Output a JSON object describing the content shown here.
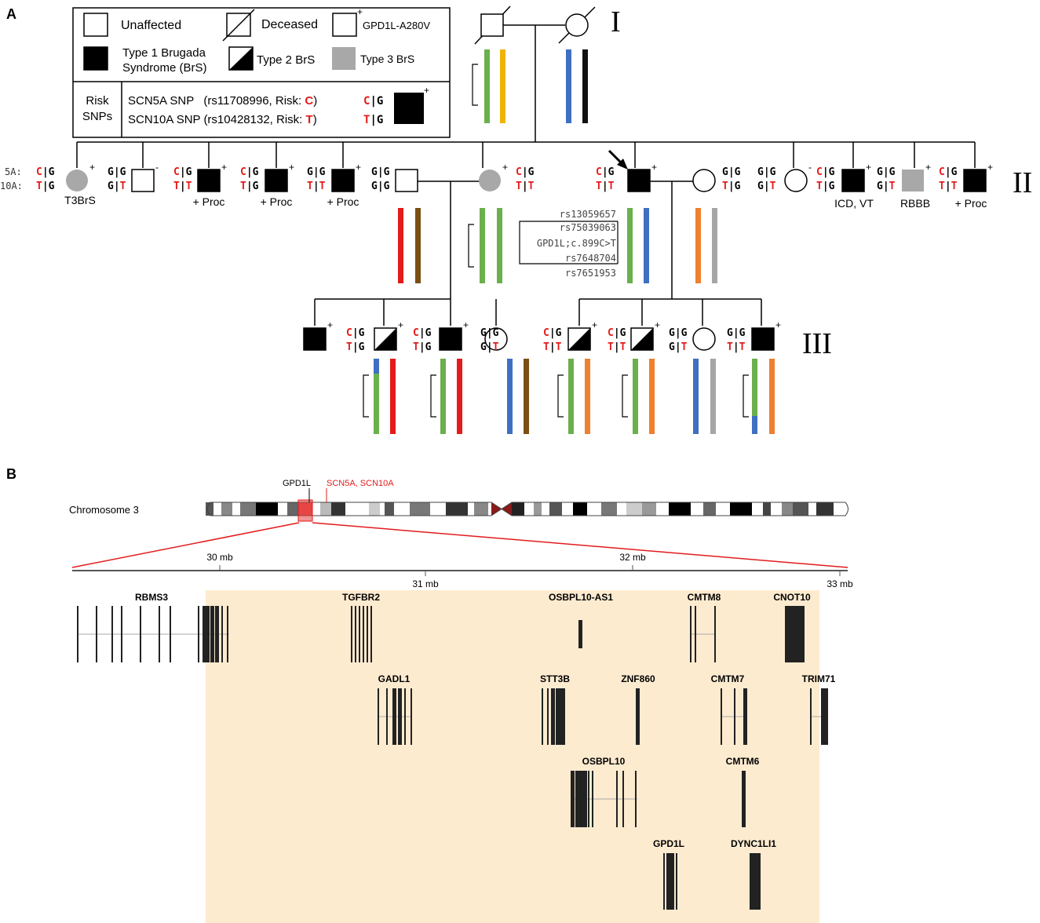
{
  "panel_a": {
    "label": "A",
    "generations": [
      "I",
      "II",
      "III"
    ],
    "legend": {
      "unaffected": "Unaffected",
      "deceased": "Deceased",
      "gpd1l": "GPD1L-A280V",
      "type1_line1": "Type 1 Brugada",
      "type1_line2": "Syndrome (BrS)",
      "type2": "Type 2 BrS",
      "type3": "Type 3 BrS",
      "risk_label_1": "Risk",
      "risk_label_2": "SNPs",
      "snp1_text": "SCN5A SNP   (rs11708996, Risk: ",
      "snp1_allele": "C",
      "snp1_close": ")",
      "snp2_text": "SCN10A SNP (rs10428132, Risk: ",
      "snp2_allele": "T",
      "snp2_close": ")",
      "key_top": [
        "C",
        "|",
        "G"
      ],
      "key_bottom": [
        "T",
        "|",
        "G"
      ],
      "plus": "+"
    },
    "row_labels": {
      "scn5a": "5A:",
      "scn10a": "10A:"
    },
    "gen2_labels": [
      "T3BrS",
      "+ Proc",
      "+ Proc",
      "+ Proc",
      "ICD, VT",
      "RBBB",
      "+ Proc"
    ],
    "carrier_signs": {
      "plus": "+",
      "minus": "-"
    },
    "haplotype_markers": [
      "rs13059657",
      "rs75039063",
      "GPD1L;c.899C>T",
      "rs7648704",
      "rs7651953"
    ],
    "colors": {
      "green": "#6ab04c",
      "yellow": "#f0b400",
      "blue": "#3f6fc2",
      "black": "#111111",
      "red": "#e31b1b",
      "brown": "#7a4f12",
      "orange": "#ef8030",
      "gray": "#a6a6a6",
      "type3_fill": "#a8a8a8",
      "risk_red": "#e31b1b"
    }
  },
  "panel_b": {
    "label": "B",
    "chromosome_label": "Chromosome 3",
    "gpd1l_label": "GPD1L",
    "scn_label": "SCN5A, SCN10A",
    "axis_ticks": [
      "30 mb",
      "31 mb",
      "32 mb",
      "33 mb"
    ],
    "genes": [
      "RBMS3",
      "TGFBR2",
      "OSBPL10-AS1",
      "CMTM8",
      "CNOT10",
      "GADL1",
      "STT3B",
      "ZNF860",
      "CMTM7",
      "TRIM71",
      "OSBPL10",
      "CMTM6",
      "GPD1L",
      "DYNC1LI1"
    ],
    "highlight_color": "#fdebd0"
  }
}
